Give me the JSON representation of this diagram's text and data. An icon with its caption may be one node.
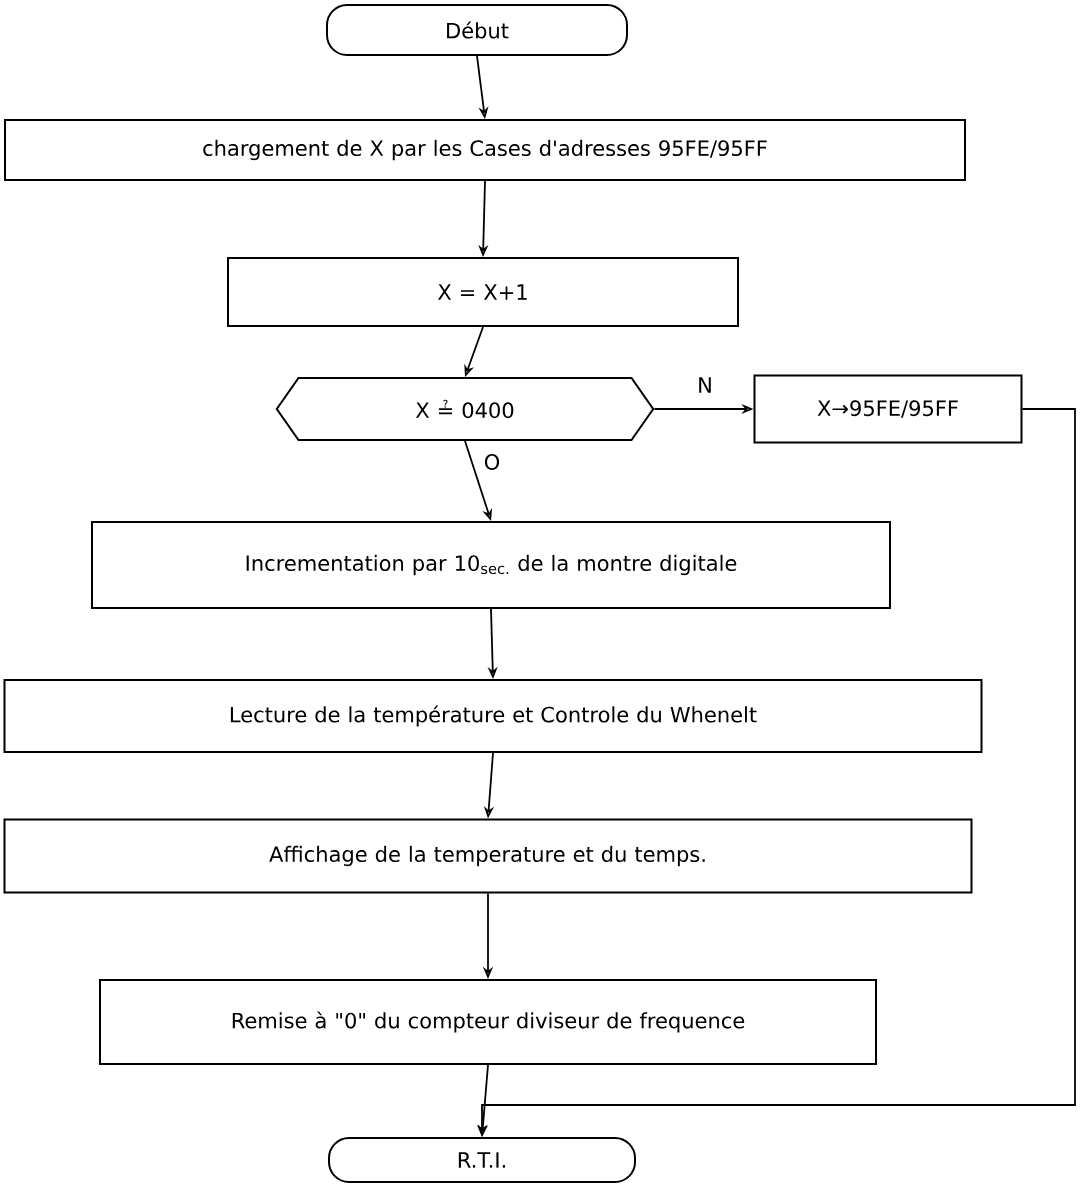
{
  "diagram": {
    "nodes": [
      {
        "text": [
          "Début"
        ]
      },
      {
        "text": [
          "chargement de X par les Cases d'adresses 95FE/95FF"
        ]
      },
      {
        "text": [
          "X = X+1"
        ]
      },
      {
        "text": [
          "X ≟ 0400"
        ]
      },
      {
        "text": [
          "X→95FE/95FF"
        ]
      },
      {
        "text": [
          "Incrementation par 10$_{sec.}$ de la montre digitale"
        ]
      },
      {
        "text": [
          "Lecture de la température et Controle du Whenelt"
        ]
      },
      {
        "text": [
          "Affichage de la temperature et du temps."
        ]
      },
      {
        "text": [
          "Remise à \"0\" du compteur diviseur de frequence"
        ]
      },
      {
        "text": [
          "R.T.I."
        ]
      }
    ],
    "edges": [
      {
        "from": 0,
        "to": 1,
        "arrow": "to"
      },
      {
        "from": 1,
        "to": 2,
        "arrow": "to"
      },
      {
        "from": 2,
        "to": 3,
        "arrow": "to"
      },
      {
        "from": 3,
        "to": 4,
        "arrow": "to",
        "label": "N"
      },
      {
        "from": 3,
        "to": 5,
        "arrow": "to",
        "label": "O"
      },
      {
        "from": 5,
        "to": 6,
        "arrow": "to"
      },
      {
        "from": 6,
        "to": 7,
        "arrow": "to"
      },
      {
        "from": 7,
        "to": 8,
        "arrow": "to"
      },
      {
        "from": 8,
        "to": 9,
        "arrow": "to"
      },
      {
        "from": 4,
        "to": 9,
        "arrow": "to"
      }
    ]
  }
}
